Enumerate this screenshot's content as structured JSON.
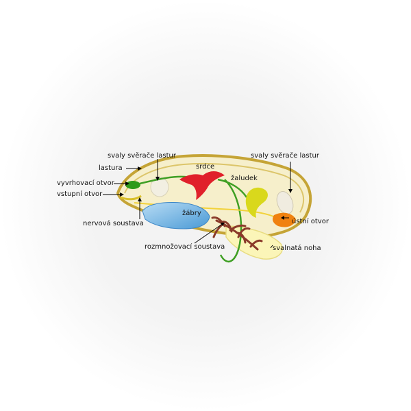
{
  "diagram": {
    "labels": {
      "svaly_left": "svaly svěrače lastur",
      "lastura": "lastura",
      "vyvrhovaci": "vyvrhovací otvor",
      "vstupni": "vstupní otvor",
      "nervova": "nervová soustava",
      "srdce": "srdce",
      "zaludek": "žaludek",
      "zabry": "žábry",
      "svaly_right": "svaly svěrače lastur",
      "ustni": "ústní otvor",
      "rozmnozovaci": "rozmnožovací soustava",
      "svalnata": "svalnatá noha"
    },
    "colors": {
      "background_halo": "#eeeeee",
      "shell_outline": "#c8a93a",
      "shell_fill": "#f4ecc0",
      "heart": "#e0202a",
      "vessels": "#4aa32a",
      "stomach": "#d8d81a",
      "gills": "#8cc8ee",
      "reproductive": "#8a3a2a",
      "mouth": "#f08010",
      "foot": "#fbf4b0",
      "muscle": "#f2efe2"
    }
  }
}
